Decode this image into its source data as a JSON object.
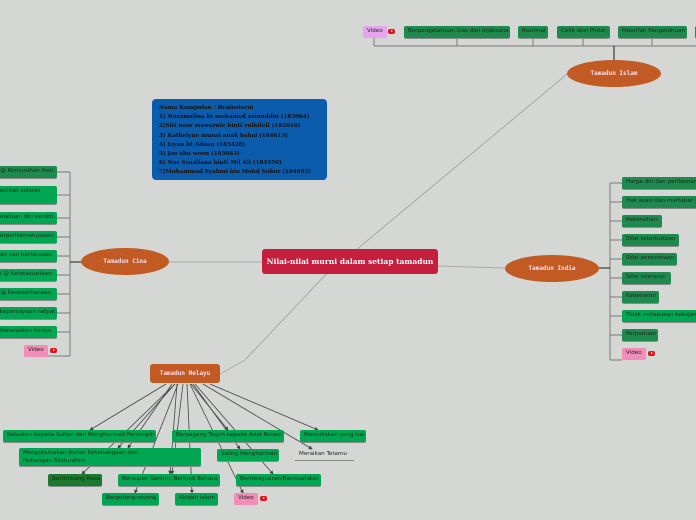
{
  "center": "Nilai-nilai murni dalam setiap tamadun",
  "group_box": [
    "Nama Kumpulan : Brainstorm",
    "1) Nuramalina bt mohamed zainuddin (183064)",
    "2)Siti noor mawarnie binti zulkifeli (182616)",
    "3) Kathelyne munai anak babai (184613)",
    "4) Izyan bt Adnan (183428)",
    "5) Joo shu woon (183683)",
    "6) Nur Syaaliana binti Md Ali (184550)",
    "7)Muhammad Syahmi bin Mohd Sukor (184693)"
  ],
  "islam": {
    "title": "Tamadun Islam",
    "video": "Video",
    "items": [
      "Berpengetahuan luas dan bijaksana",
      "Rasional",
      "Celik akal Pintar;",
      "Maarifah Pengetahuan"
    ]
  },
  "cina": {
    "title": "Tamadun Cina",
    "video": "Video",
    "items": [
      "@ Kemurahan Hati",
      "estilah selaras",
      "elakuan diri sendiri.",
      "erperikemanusiaan.",
      "an dan berterusan.",
      "i @ Ketatasusilaan.",
      "@ Kesederhanaan.",
      "kepercayaan rakyat.",
      "berasaskan kanun."
    ]
  },
  "india": {
    "title": "Tamadun India",
    "video": "Video",
    "items": [
      "Harga diri dan perikemanusiaan",
      "Hak asasi dan martabat yang",
      "Kebersihan.",
      "Sifat keterbukaan",
      "Sifat penerimaan",
      "Sifat toleransi",
      "Kebenaran",
      "Tidak melakukan kekejaman",
      "Perpaduan"
    ]
  },
  "melayu": {
    "title": "Tamadun Melayu",
    "video": "Video",
    "items": [
      "Ketaatan kepada Sultan dan Menghormati Pemimpin",
      "Berpegang Teguh kepada Adat Resam",
      "Memuliakan yang tua",
      "Meraikan Tetamu",
      "Mengutamakan Ikatan Kekeluargaan dan Hubungan Silaturahim",
      "Saling Menghormati",
      "Bertimbang Rasa",
      "Bersopan Santun, Berbudi Bahasa",
      "Bermesyuarah/Bermuafakat",
      "Bergotong-royong",
      "Akidah Islam"
    ]
  }
}
